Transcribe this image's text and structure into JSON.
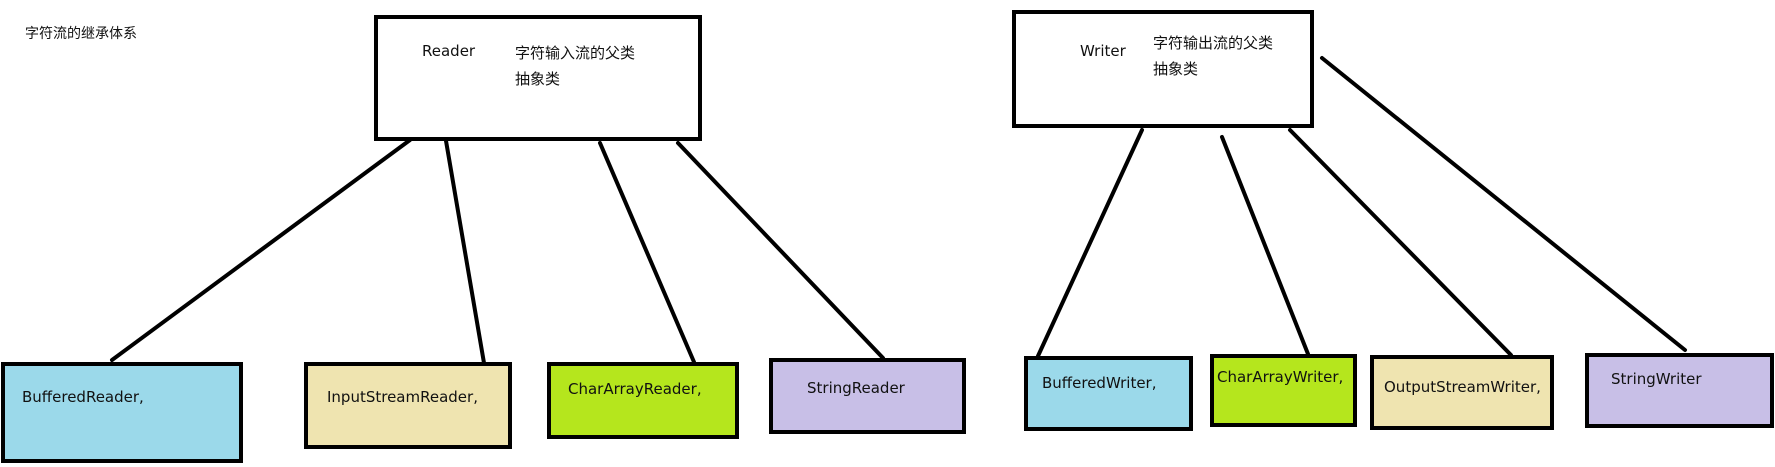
{
  "title": "字符流的继承体系",
  "colors": {
    "blue": "#9bd9ea",
    "beige": "#efe4b0",
    "lime": "#b5e61d",
    "lavender": "#c8bfe7",
    "white": "#ffffff",
    "line": "#000000"
  },
  "reader": {
    "name": "Reader",
    "desc_line1": "字符输入流的父类",
    "desc_line2": "抽象类",
    "children": [
      {
        "label": "BufferedReader,",
        "color": "#9bd9ea"
      },
      {
        "label": "InputStreamReader,",
        "color": "#efe4b0"
      },
      {
        "label": "CharArrayReader,",
        "color": "#b5e61d"
      },
      {
        "label": "StringReader",
        "color": "#c8bfe7"
      }
    ]
  },
  "writer": {
    "name": "Writer",
    "desc_line1": "字符输出流的父类",
    "desc_line2": "抽象类",
    "children": [
      {
        "label": "BufferedWriter,",
        "color": "#9bd9ea"
      },
      {
        "label": "CharArrayWriter,",
        "color": "#b5e61d"
      },
      {
        "label": "OutputStreamWriter,",
        "color": "#efe4b0"
      },
      {
        "label": "StringWriter",
        "color": "#c8bfe7"
      }
    ]
  }
}
